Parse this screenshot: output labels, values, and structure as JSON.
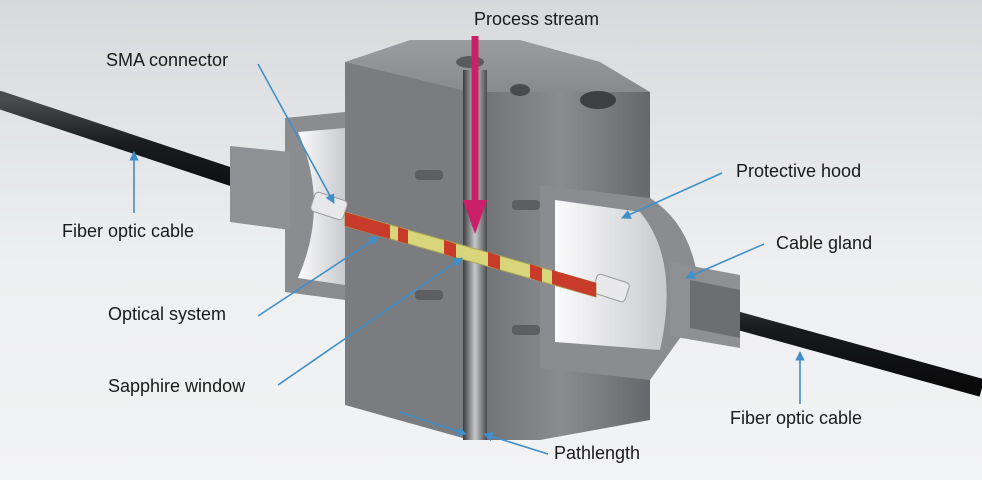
{
  "labels": {
    "process_stream": "Process stream",
    "sma_connector": "SMA connector",
    "fiber_optic_cable_left": "Fiber optic cable",
    "optical_system": "Optical system",
    "sapphire_window": "Sapphire window",
    "protective_hood": "Protective hood",
    "cable_gland": "Cable gland",
    "fiber_optic_cable_right": "Fiber optic cable",
    "pathlength": "Pathlength"
  },
  "colors": {
    "leader_line": "#3f8fc9",
    "process_arrow": "#cc1f6a",
    "body_metal": "#7c7e82",
    "optical_yellow": "#d9d57a",
    "optical_red": "#c83a2a",
    "cable": "#1e1f21"
  }
}
